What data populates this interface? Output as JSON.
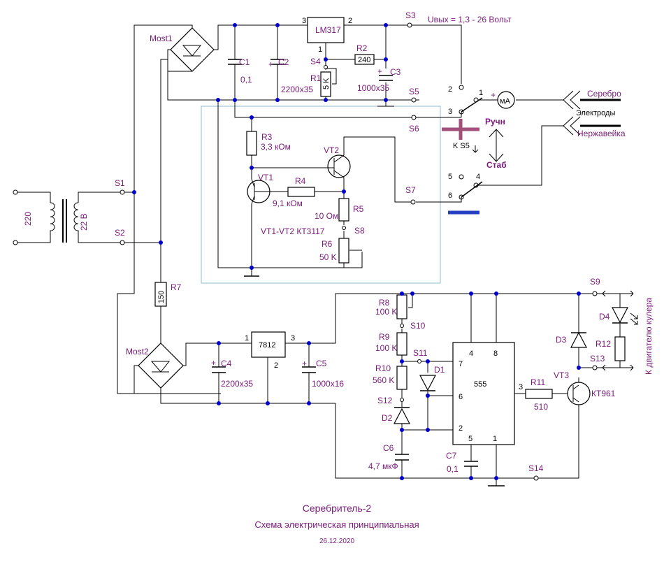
{
  "colors": {
    "label": "#7a1a7a",
    "wire": "#000000",
    "junction": "#0000cc",
    "box": "#9fc8d8",
    "marker_cross": "#a0507a",
    "marker_bar": "#2340c0"
  },
  "labels": {
    "lm317": "LM317",
    "uout": "Uвых = 1,3 - 26 Вольт",
    "most1": "Most1",
    "most2": "Most2",
    "c1": "C1",
    "c1v": "0,1",
    "c2": "C2",
    "c2v": "2200x35",
    "c3": "C3",
    "c3v": "1000x35",
    "r1": "R1",
    "r1v": "5 K",
    "r2": "R2",
    "r2v": "240",
    "s1": "S1",
    "s2": "S2",
    "s3": "S3",
    "s4": "S4",
    "s5": "S5",
    "s6": "S6",
    "s7": "S7",
    "s8": "S8",
    "tr_in": "220",
    "tr_out": "22 В",
    "r3": "R3",
    "r3v": "3,3 кОм",
    "vt1": "VT1",
    "vt2": "VT2",
    "r4": "R4",
    "r4v": "9,1 кОм",
    "r5": "R5",
    "r5v": "10 Ом",
    "r6": "R6",
    "r6v": "50 K",
    "vtnote": "VT1-VT2  КТ3117",
    "r7": "R7",
    "r7v": "150",
    "ma": "мА",
    "silver": "Серебро",
    "electrodes": "Электроды",
    "steel": "Нержавейка",
    "manual": "Ручн",
    "stab": "Стаб",
    "ks5": "K S5",
    "sw1": "1",
    "sw2": "2",
    "sw3": "3",
    "sw4": "4",
    "sw5": "5",
    "sw6": "6",
    "u7812": "7812",
    "c4": "C4",
    "c4v": "2200x35",
    "c5": "C5",
    "c5v": "1000x16",
    "r8": "R8",
    "r8v": "100 K",
    "r9": "R9",
    "r9v": "100 K",
    "r10": "R10",
    "r10v": "560 K",
    "s9": "S9",
    "s10": "S10",
    "s11": "S11",
    "s12": "S12",
    "s13": "S13",
    "s14": "S14",
    "d1": "D1",
    "d2": "D2",
    "d3": "D3",
    "d4": "D4",
    "c6": "C6",
    "c6v": "4,7 мкФ",
    "c7": "C7",
    "c7v": "0,1",
    "u555": "555",
    "r11": "R11",
    "r11v": "510",
    "vt3": "VT3",
    "vt3t": "КТ961",
    "r12": "R12",
    "cooler": "К двигателю кулера"
  },
  "pins": {
    "p1": "1",
    "p2": "2",
    "p3": "3",
    "p4": "4",
    "p5": "5",
    "p6": "6",
    "p7": "7",
    "p8": "8"
  },
  "title": {
    "name": "Серебритель-2",
    "subtitle": "Схема электрическая принципиальная",
    "date": "26.12.2020"
  }
}
